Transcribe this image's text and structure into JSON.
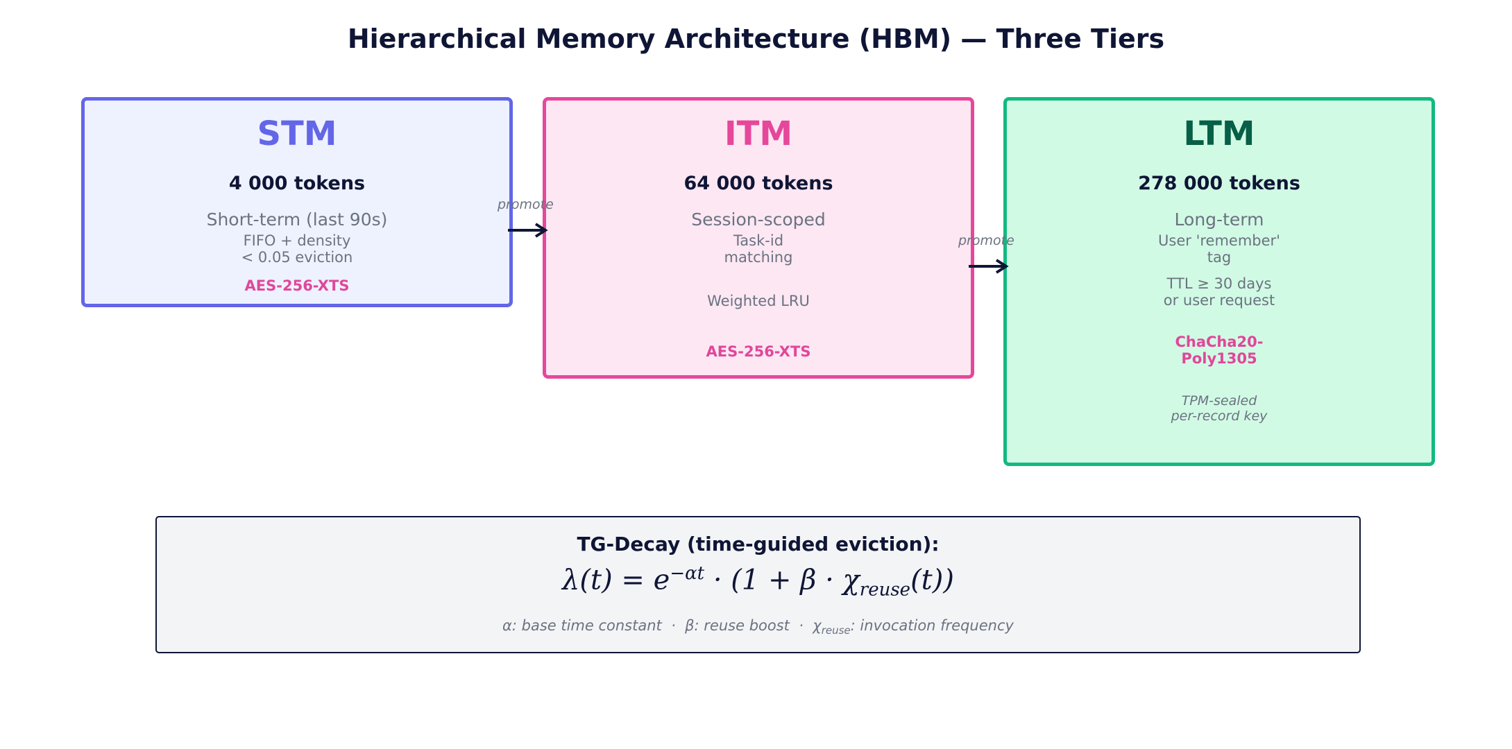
{
  "title": "Hierarchical Memory Architecture (HBM) — Three Tiers",
  "tiers": {
    "stm": {
      "name": "STM",
      "tokens": "4 000 tokens",
      "scope": "Short-term (last 90s)",
      "policy_lines": [
        "FIFO + density",
        "< 0.05 eviction"
      ],
      "encryption": "AES-256-XTS",
      "color": "#6366e8"
    },
    "itm": {
      "name": "ITM",
      "tokens": "64 000 tokens",
      "scope": "Session-scoped",
      "policy_lines": [
        "Task-id",
        "matching"
      ],
      "eviction": "Weighted LRU",
      "encryption": "AES-256-XTS",
      "color": "#e6479a"
    },
    "ltm": {
      "name": "LTM",
      "tokens": "278 000 tokens",
      "scope": "Long-term",
      "policy_lines": [
        "User 'remember'",
        "tag"
      ],
      "ttl_lines": [
        "TTL ≥ 30 days",
        "or user request"
      ],
      "encryption_lines": [
        "ChaCha20-",
        "Poly1305"
      ],
      "key_lines": [
        "TPM-sealed",
        "per-record key"
      ],
      "color": "#065f46"
    }
  },
  "arrows": {
    "stm_to_itm": "promote",
    "itm_to_ltm": "promote"
  },
  "formula": {
    "title": "TG-Decay (time-guided eviction):",
    "lhs": "λ(t) = e",
    "exponent": "−αt",
    "mid": " · (1 + β · χ",
    "subscript": "reuse",
    "rhs": "(t))",
    "legend_a": "α: base time constant  ·  β: reuse boost  ·  χ",
    "legend_sub": "reuse",
    "legend_b": ": invocation frequency"
  },
  "colors": {
    "text_dark": "#0f1535",
    "text_muted": "#6b7280",
    "encryption": "#e0479a"
  }
}
